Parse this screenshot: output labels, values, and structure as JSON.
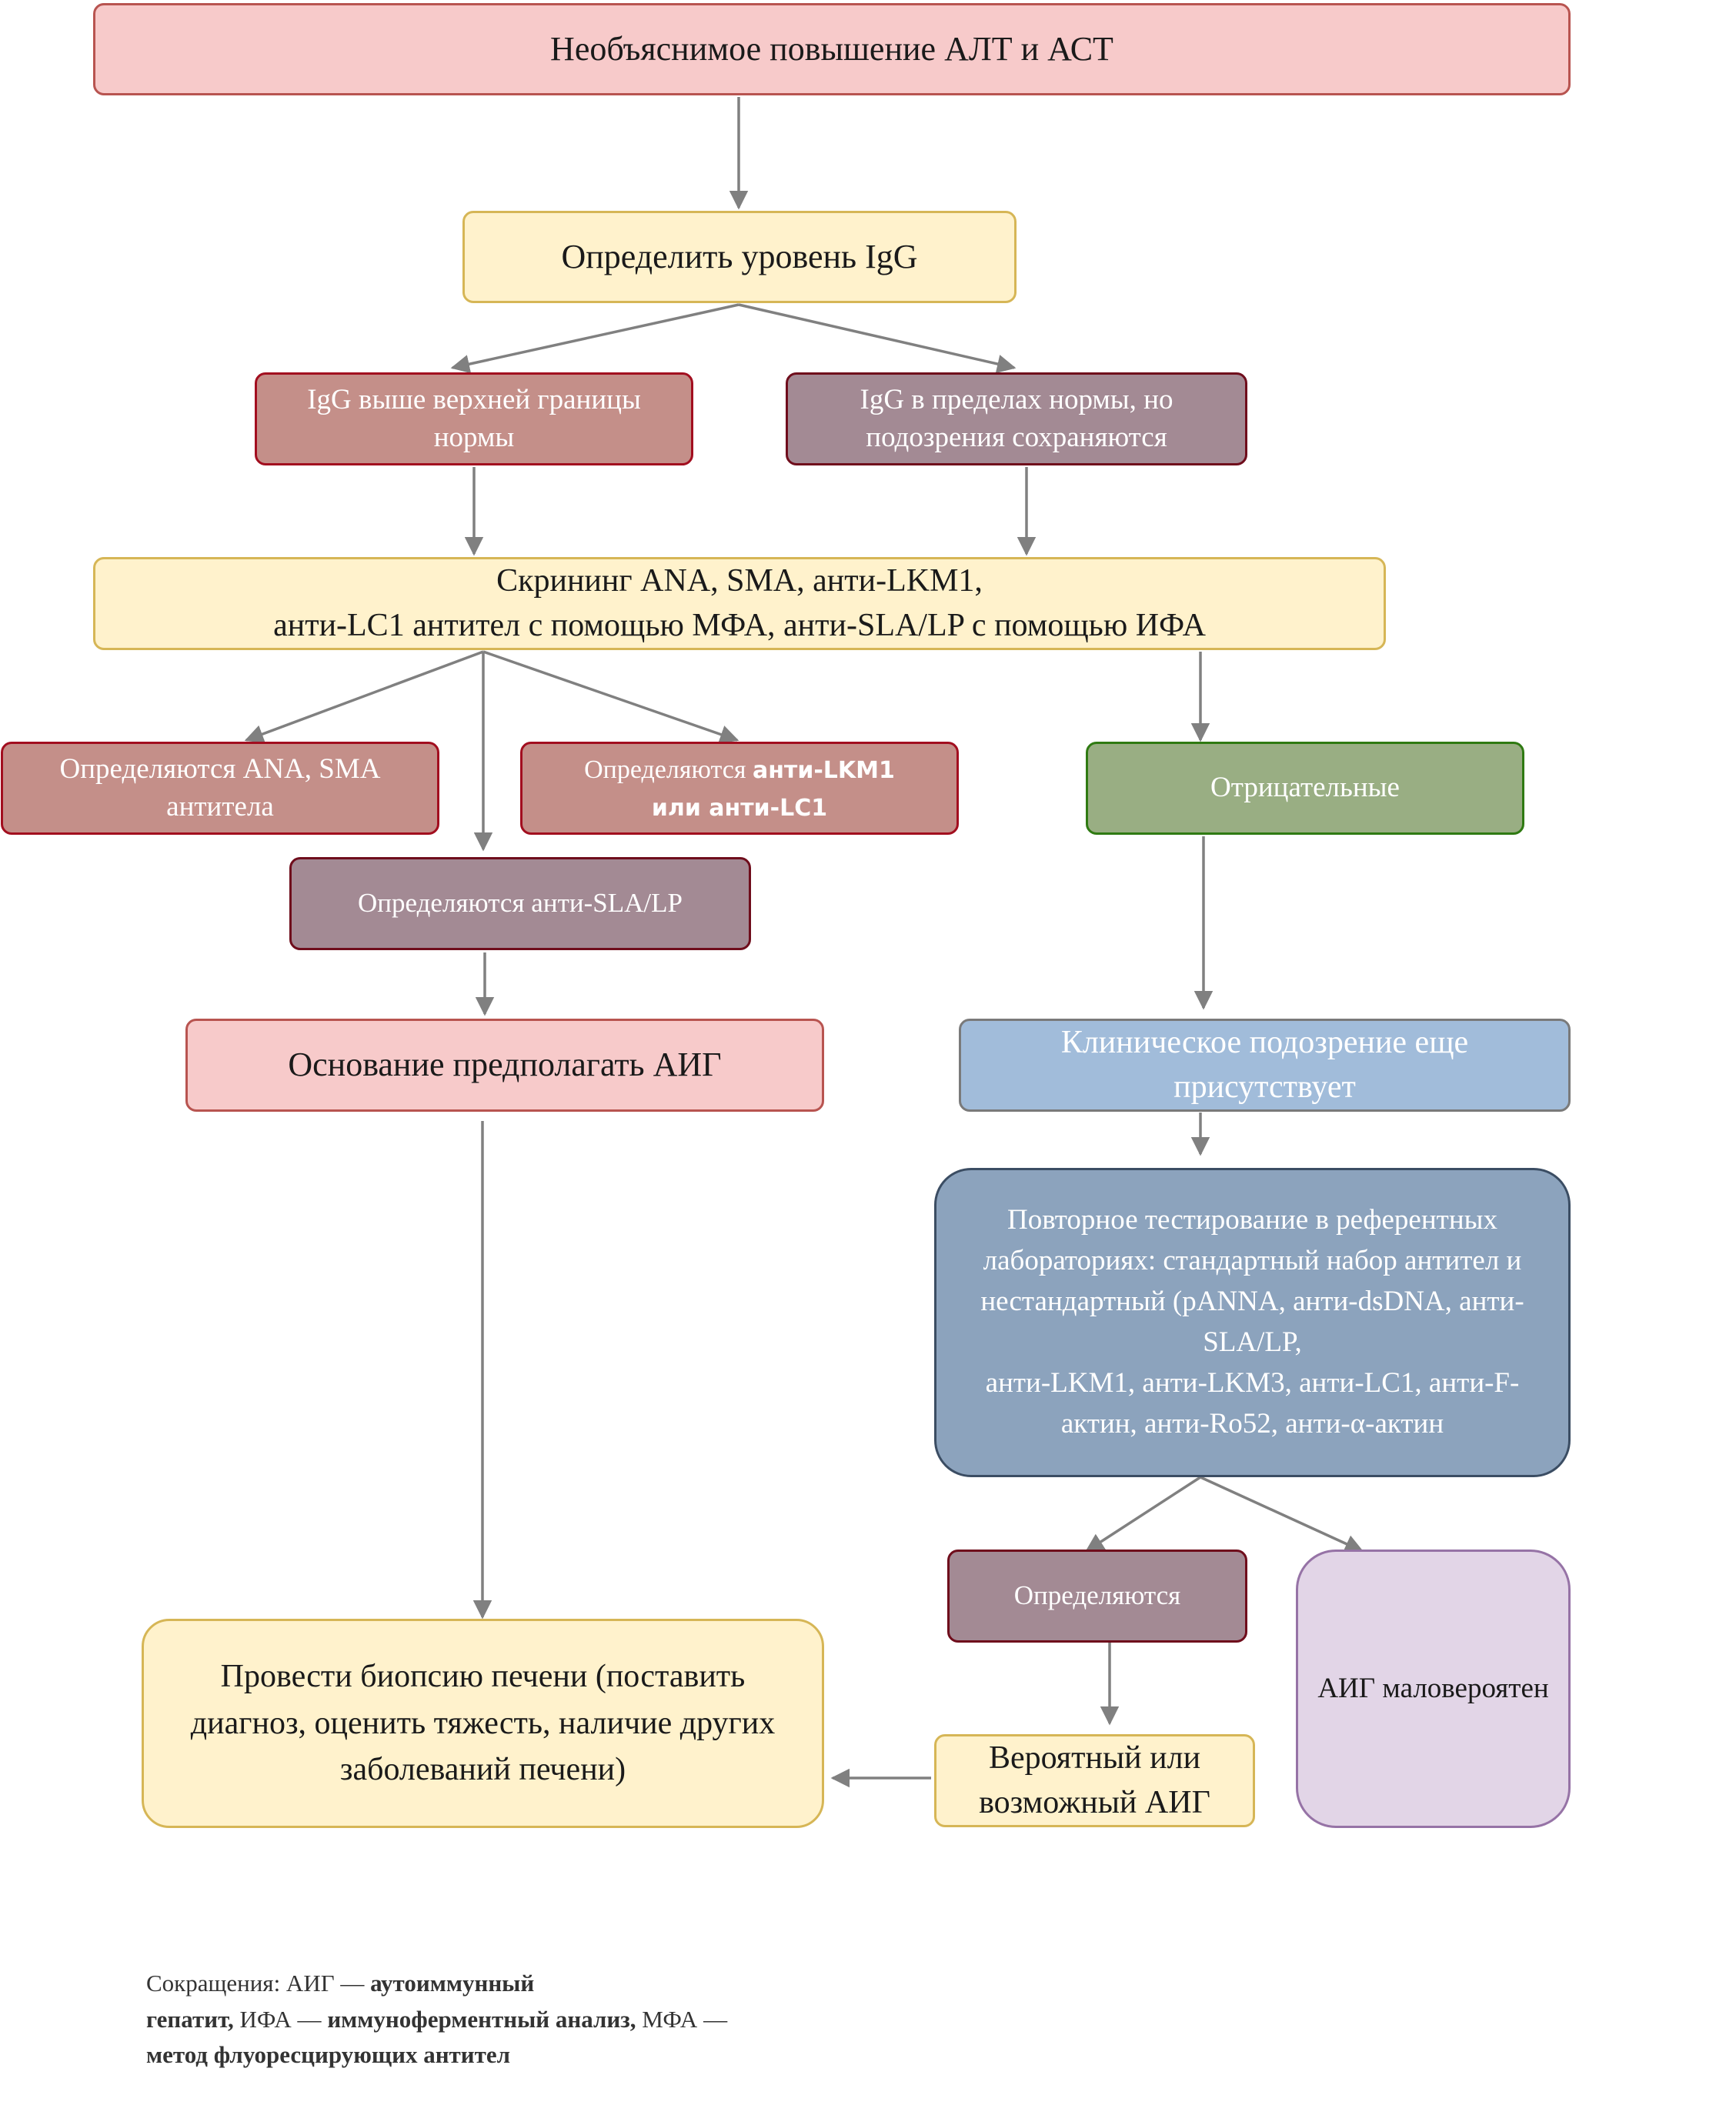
{
  "nodes": {
    "n1": "Необъяснимое повышение АЛТ и АСТ",
    "n2": "Определить уровень IgG",
    "n3": {
      "line1": "IgG выше верхней границы",
      "line2": "нормы"
    },
    "n4": {
      "line1": "IgG в пределах нормы, но",
      "line2": "подозрения сохраняются"
    },
    "n5": {
      "line1": "Скрининг ANA, SMA, анти-LKM1,",
      "line2": "анти-LC1 антител с помощью МФА, анти-SLA/LP с помощью ИФА"
    },
    "n6": {
      "line1": "Определяются ANA, SMA",
      "line2": "антитела"
    },
    "n7": {
      "prefix": "Определяются ",
      "suffix": "анти-LKM1",
      "line2": "или анти-LC1"
    },
    "n8": "Отрицательные",
    "n9": "Определяются анти-SLA/LP",
    "n10": "Основание предполагать АИГ",
    "n11": {
      "line1": "Клиническое подозрение еще",
      "line2": "присутствует"
    },
    "n12": {
      "line1": "Повторное тестирование в референтных",
      "line2": "лабораториях: стандартный набор антител и",
      "line3": "нестандартный (pANNA, анти-dsDNA, анти-",
      "line4": "SLA/LP,",
      "line5": "анти-LKM1, анти-LKM3, анти-LC1, анти-F-",
      "line6": "актин, анти-Ro52, анти-α-актин"
    },
    "n13": "Определяются",
    "n14": "АИГ маловероятен",
    "n15": {
      "line1": "Вероятный или",
      "line2": "возможный АИГ"
    },
    "n16": {
      "line1": "Провести биопсию печени (поставить",
      "line2": "диагноз, оценить тяжесть, наличие других",
      "line3": "заболеваний печени)"
    }
  },
  "footnote": {
    "label": "Сокращения: АИГ — ",
    "t1": "аутоиммунный",
    "t2": "гепатит,",
    "t3": " ИФА — ",
    "t4": "иммуноферментный анализ,",
    "t5": " МФА — ",
    "t6": "метод флуоресцирующих антител"
  },
  "colors": {
    "arrow": "#808080",
    "pink": "#f7caca",
    "yellow": "#fff2cc",
    "rose": "#c48f89",
    "mauve": "#a38a94",
    "green": "#99ae83",
    "light_blue": "#a1bcda",
    "slate_blue": "#8ca3bd",
    "lilac": "#e2d5e7"
  }
}
